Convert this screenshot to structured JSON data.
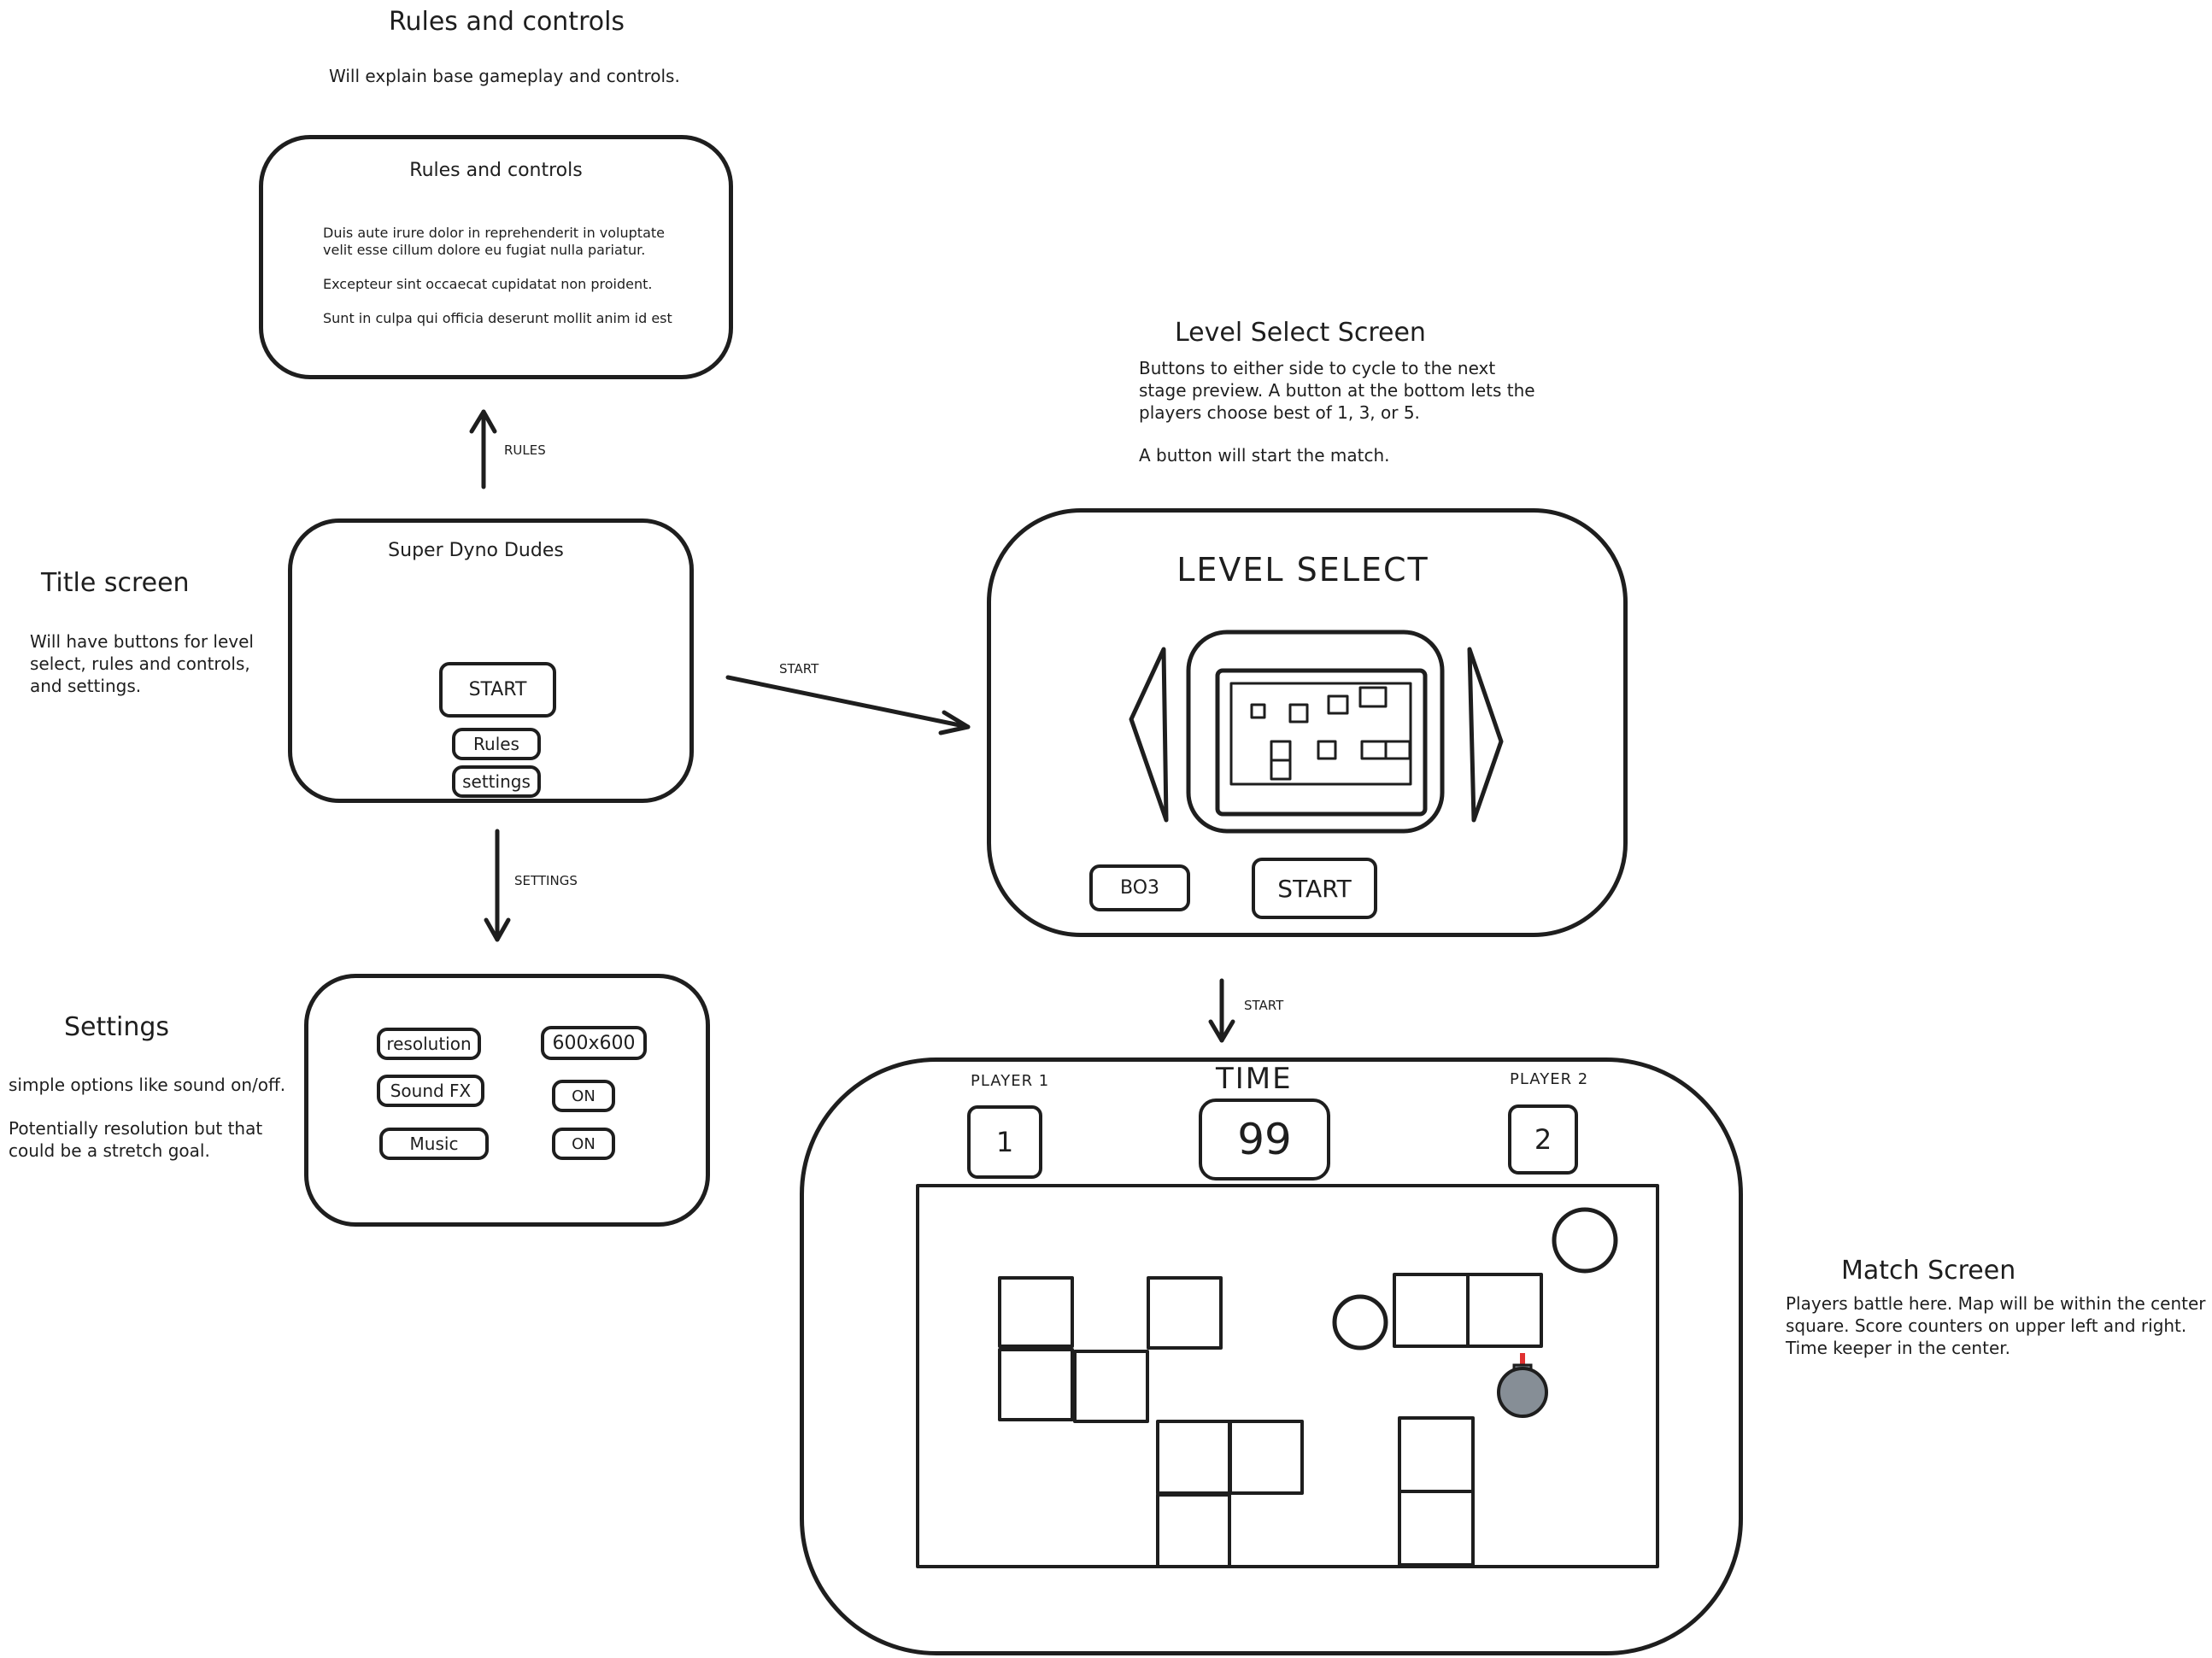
{
  "rules_note": {
    "title": "Rules and controls",
    "description": "Will explain base gameplay and controls."
  },
  "rules_screen": {
    "title": "Rules and controls",
    "paragraphs": [
      "Duis aute irure dolor in reprehenderit in voluptate velit esse cillum dolore eu fugiat nulla pariatur.",
      "Excepteur sint occaecat cupidatat non proident.",
      "Sunt in culpa qui officia deserunt mollit anim id est"
    ]
  },
  "title_note": {
    "title": "Title screen",
    "description": "Will have buttons for level select, rules and controls, and settings."
  },
  "title_screen": {
    "game_title": "Super Dyno Dudes",
    "start_label": "START",
    "rules_label": "Rules",
    "settings_label": "settings"
  },
  "arrows": {
    "rules": "RULES",
    "start": "START",
    "settings": "SETTINGS",
    "match_start": "START"
  },
  "settings_note": {
    "title": "Settings",
    "line1": "simple options like sound on/off.",
    "line2": "Potentially resolution but that could be a stretch goal."
  },
  "settings_screen": {
    "resolution_label": "resolution",
    "resolution_value": "600x600",
    "sound_label": "Sound FX",
    "sound_value": "ON",
    "music_label": "Music",
    "music_value": "ON"
  },
  "level_note": {
    "title": "Level Select Screen",
    "line1": "Buttons to either side to cycle to the next stage preview. A button at the bottom lets the players choose best of 1, 3, or 5.",
    "line2": "A button will start the match."
  },
  "level_screen": {
    "title": "LEVEL SELECT",
    "best_of_label": "BO3",
    "start_label": "START"
  },
  "match_screen": {
    "player1_label": "PLAYER 1",
    "player1_score": "1",
    "timer_label": "TIME",
    "timer_value": "99",
    "player2_label": "PLAYER 2",
    "player2_score": "2"
  },
  "match_note": {
    "title": "Match Screen",
    "description": "Players battle here. Map will be within the center square. Score counters on upper left and right. Time keeper in the center."
  },
  "colors": {
    "stroke": "#1e1e1e",
    "bomb_body": "#868e96",
    "bomb_fuse": "#e03131"
  }
}
